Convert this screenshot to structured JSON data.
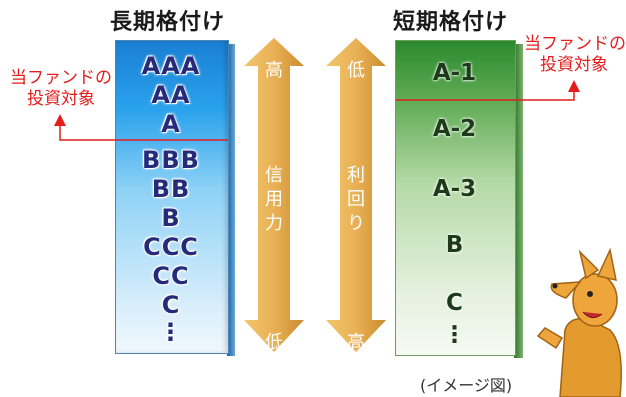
{
  "headings": {
    "long_term": "長期格付け",
    "short_term": "短期格付け"
  },
  "long_term_ratings": [
    "AAA",
    "AA",
    "A",
    "BBB",
    "BB",
    "B",
    "CCC",
    "CC",
    "C",
    "⋮"
  ],
  "short_term_ratings": [
    "A-1",
    "A-2",
    "A-3",
    "B",
    "C",
    "⋮"
  ],
  "investment_target_label_left": [
    "当ファンドの",
    "投資対象"
  ],
  "investment_target_label_right": [
    "当ファンドの",
    "投資対象"
  ],
  "credit_arrow": {
    "top": "高",
    "middle": [
      "信",
      "用",
      "力"
    ],
    "bottom": "低"
  },
  "yield_arrow": {
    "top": "低",
    "middle": [
      "利",
      "回",
      "り"
    ],
    "bottom": "高"
  },
  "caption": "(イメージ図)",
  "colors": {
    "long_column": "#2aa2ec",
    "short_column": "#63ad57",
    "arrow": "#e0a23d",
    "target_line": "#e41d1d"
  }
}
